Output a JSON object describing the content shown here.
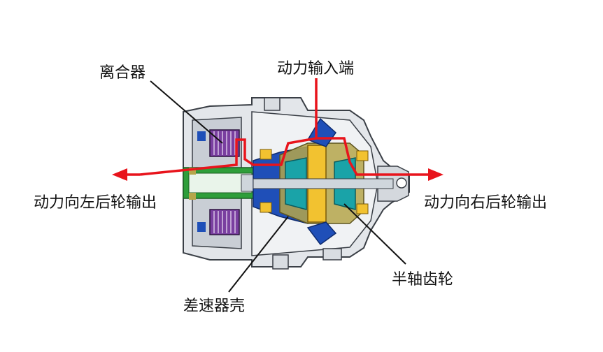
{
  "labels": {
    "clutch": "离合器",
    "power_input": "动力输入端",
    "left_output": "动力向左后轮输出",
    "right_output": "动力向右后轮输出",
    "diff_housing": "差速器壳",
    "side_gear": "半轴齿轮"
  },
  "colors": {
    "flow_line": "#e8141c",
    "leader": "#111111",
    "housing_fill": "#d9dde2",
    "housing_stroke": "#3a3f46",
    "clutch_pack": "#7a3fa0",
    "green_shaft": "#2e9e3a",
    "blue_ring": "#1f4fb8",
    "teal_gear": "#1aa3a8",
    "yellow_carrier": "#f2c230",
    "olive_bearing": "#b5a64a"
  }
}
